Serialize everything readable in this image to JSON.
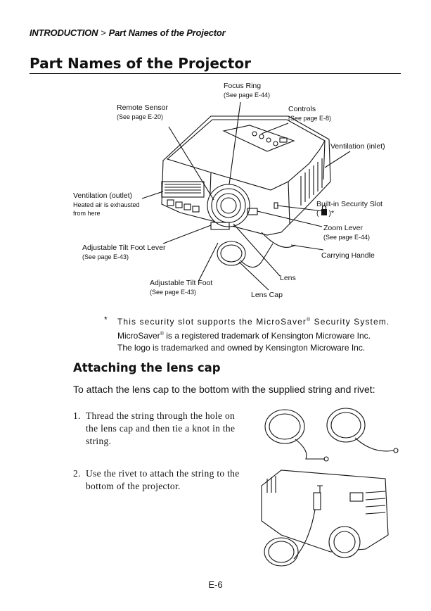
{
  "header": {
    "breadcrumb_section": "INTRODUCTION",
    "breadcrumb_separator": ">",
    "breadcrumb_page": "Part Names of the Projector"
  },
  "page_title": "Part Names of the Projector",
  "callouts": {
    "focus_ring": {
      "label": "Focus Ring",
      "ref": "(See page E-44)"
    },
    "remote_sensor": {
      "label": "Remote Sensor",
      "ref": "(See page E-20)"
    },
    "controls": {
      "label": "Controls",
      "ref": "(See page E-8)"
    },
    "ventilation_inlet": {
      "label": "Ventilation (inlet)"
    },
    "ventilation_outlet": {
      "label": "Ventilation (outlet)",
      "note1": "Heated air is exhausted",
      "note2": "from here"
    },
    "security_slot": {
      "label": "Built-in Security Slot",
      "suffix": ")*",
      "prefix": "("
    },
    "zoom_lever": {
      "label": "Zoom Lever",
      "ref": "(See page E-44)"
    },
    "tilt_foot_lever": {
      "label": "Adjustable Tilt Foot Lever",
      "ref": "(See page E-43)"
    },
    "carrying_handle": {
      "label": "Carrying Handle"
    },
    "lens": {
      "label": "Lens"
    },
    "tilt_foot": {
      "label": "Adjustable Tilt Foot",
      "ref": "(See page E-43)"
    },
    "lens_cap": {
      "label": "Lens Cap"
    }
  },
  "footnote": {
    "marker": "*",
    "line1_a": "This security slot supports the MicroSaver",
    "line1_reg": "®",
    "line1_b": " Security System.",
    "line2_a": "MicroSaver",
    "line2_reg": "®",
    "line2_b": " is a registered trademark of Kensington Microware Inc.",
    "line3": "The logo is trademarked and owned by Kensington Microware Inc."
  },
  "section": {
    "heading": "Attaching the lens cap",
    "intro": "To attach the lens cap to the bottom with the supplied string and rivet:",
    "steps": [
      {
        "num": "1.",
        "text": "Thread the string through the hole on the lens cap and then tie a knot in the string."
      },
      {
        "num": "2.",
        "text": "Use the rivet to attach the string to the bottom of the projector."
      }
    ]
  },
  "page_number": "E-6"
}
